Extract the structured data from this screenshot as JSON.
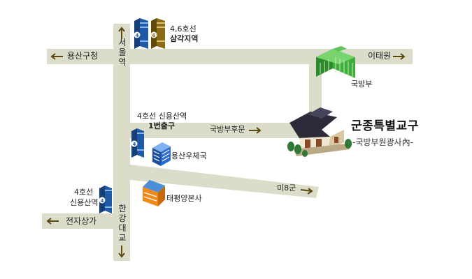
{
  "labels": {
    "seoul_station": "서울역",
    "yongsan_gu_office": "용산구청",
    "itaewon": "이태원",
    "samgakji_line": "4,6호선",
    "samgakji_station": "삼각지역",
    "mnd": "국방부",
    "sinyongsan_line": "4호선 신용산역",
    "sinyongsan_exit": "1번출구",
    "mnd_back_gate": "국방부후문",
    "military_church": "군종특별교구",
    "church_sub": "-국방부원광사內-",
    "post_office": "용산우체국",
    "us_army": "미8군",
    "sinyongsan_line2": "4호선",
    "sinyongsan_station2": "신용산역",
    "amorepacific": "태평양본사",
    "electronics_mall": "전자상가",
    "hangang_bridge": "한강대교"
  },
  "badges": {
    "line4": "4",
    "line6": "6"
  },
  "colors": {
    "road": "#dcdccb",
    "arrow": "#5b4a10",
    "line4_building": "#1f5aa6",
    "line6_building": "#8a6a12",
    "mnd_building": "#3eae3a",
    "post_office": "#2a6bd1",
    "amorepacific": "#f08a1c"
  },
  "icons": [
    "arrow-left-icon",
    "arrow-right-icon",
    "arrow-up-icon",
    "arrow-down-icon",
    "subway-building-icon",
    "temple-icon",
    "tree-icon"
  ]
}
